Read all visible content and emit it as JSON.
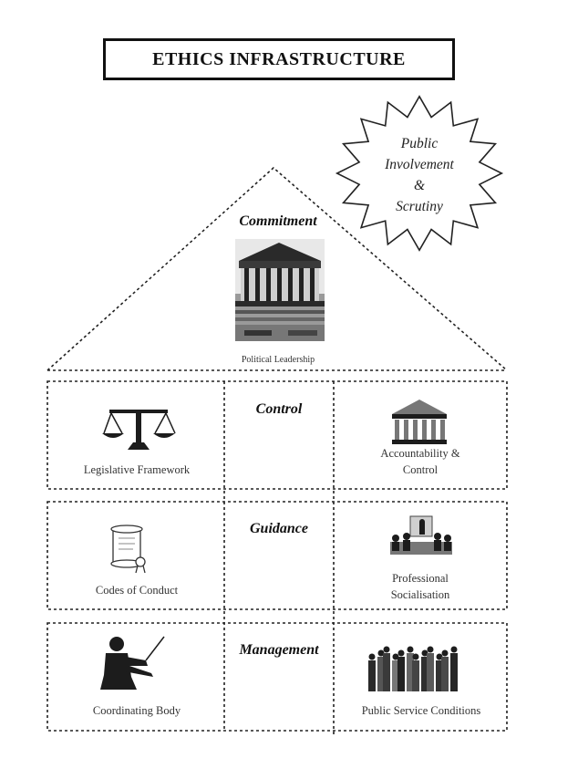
{
  "title": "ETHICS INFRASTRUCTURE",
  "public_involvement": {
    "lines": [
      "Public",
      "Involvement",
      "&",
      "Scrutiny"
    ]
  },
  "roof": {
    "heading": "Commitment",
    "caption": "Political Leadership"
  },
  "rows": [
    {
      "heading": "Control",
      "left": "Legislative Framework",
      "right_lines": [
        "Accountability &",
        "Control"
      ]
    },
    {
      "heading": "Guidance",
      "left": "Codes of Conduct",
      "right_lines": [
        "Professional",
        "Socialisation"
      ]
    },
    {
      "heading": "Management",
      "left": "Coordinating Body",
      "right_lines": [
        "Public Service Conditions"
      ]
    }
  ],
  "icons": {
    "roof": "capitol-building-icon",
    "control_left": "scales-icon",
    "control_right": "classical-building-icon",
    "guidance_left": "scroll-icon",
    "guidance_right": "meeting-icon",
    "management_left": "conductor-icon",
    "management_right": "crowd-icon"
  }
}
